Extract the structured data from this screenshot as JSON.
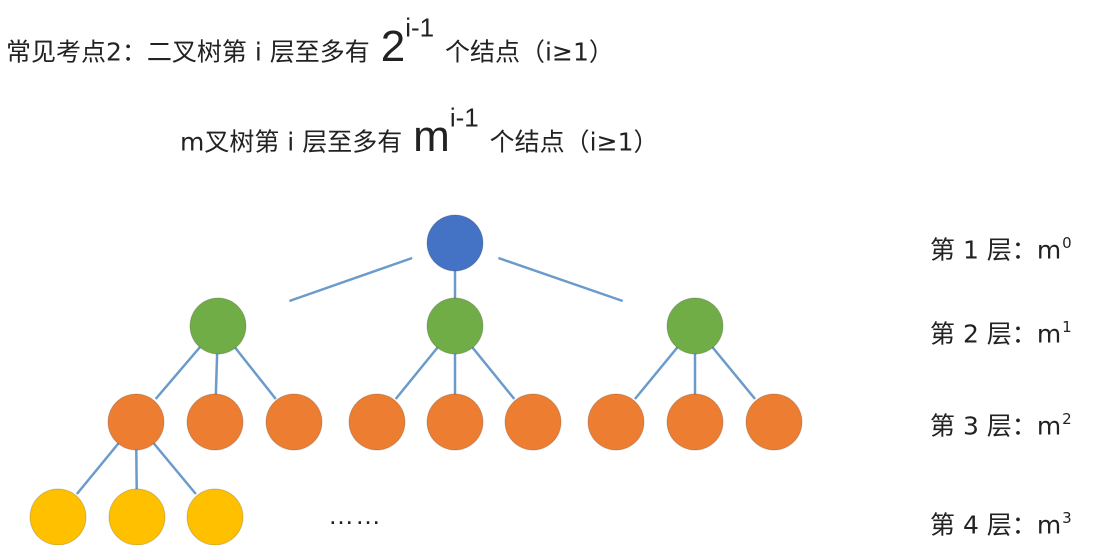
{
  "line1": {
    "prefix": "常见考点2：二叉树第 i 层至多有",
    "base": "2",
    "exponent": "i-1",
    "suffix": "个结点（i≥1）"
  },
  "line2": {
    "prefix": "m叉树第 i 层至多有",
    "base": "m",
    "exponent": "i-1",
    "suffix": "个结点（i≥1）"
  },
  "levels": [
    {
      "label": "第 1 层：",
      "base": "m",
      "exp": "0"
    },
    {
      "label": "第 2 层：",
      "base": "m",
      "exp": "1"
    },
    {
      "label": "第 3 层：",
      "base": "m",
      "exp": "2"
    },
    {
      "label": "第 4 层：",
      "base": "m",
      "exp": "3"
    }
  ],
  "ellipsis": "……",
  "colors": {
    "level1": "#4472C4",
    "level2": "#70AD47",
    "level3": "#ED7D31",
    "level4": "#FFC000",
    "edge": "#6A9BCB"
  },
  "tree": {
    "branching": 3,
    "level_counts": [
      1,
      3,
      9,
      3
    ]
  }
}
